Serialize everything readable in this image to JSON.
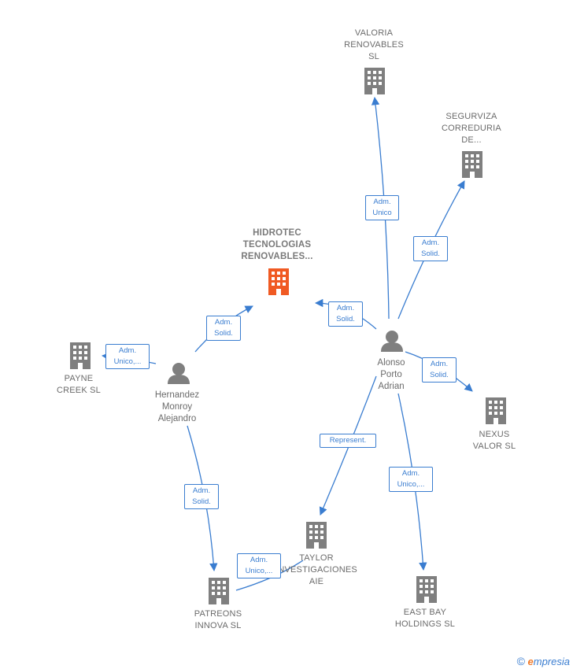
{
  "colors": {
    "edge": "#3a7dd0",
    "building": "#7f7f7f",
    "building_center": "#f05a23",
    "person": "#7f7f7f"
  },
  "nodes": {
    "valoria": {
      "label_lines": [
        "VALORIA",
        "RENOVABLES",
        "SL"
      ],
      "icon": "building-icon"
    },
    "segurviza": {
      "label_lines": [
        "SEGURVIZA",
        "CORREDURIA",
        "DE..."
      ],
      "icon": "building-icon"
    },
    "hidrotec": {
      "label_lines": [
        "HIDROTEC",
        "TECNOLOGIAS",
        "RENOVABLES..."
      ],
      "icon": "building-icon"
    },
    "payne": {
      "label_lines": [
        "PAYNE",
        "CREEK  SL"
      ],
      "icon": "building-icon"
    },
    "nexus": {
      "label_lines": [
        "NEXUS",
        "VALOR  SL"
      ],
      "icon": "building-icon"
    },
    "taylor": {
      "label_lines": [
        "TAYLOR",
        "INVESTIGACIONES",
        "AIE"
      ],
      "icon": "building-icon"
    },
    "patreons": {
      "label_lines": [
        "PATREONS",
        "INNOVA  SL"
      ],
      "icon": "building-icon"
    },
    "eastbay": {
      "label_lines": [
        "EAST BAY",
        "HOLDINGS  SL"
      ],
      "icon": "building-icon"
    }
  },
  "persons": {
    "alonso": {
      "label_lines": [
        "Alonso",
        "Porto",
        "Adrian"
      ],
      "icon": "person-icon"
    },
    "hernandez": {
      "label_lines": [
        "Hernandez",
        "Monroy",
        "Alejandro"
      ],
      "icon": "person-icon"
    }
  },
  "edges": {
    "alonso_valoria": [
      "Adm.",
      "Unico"
    ],
    "alonso_segurviza": [
      "Adm.",
      "Solid."
    ],
    "alonso_hidrotec": [
      "Adm.",
      "Solid."
    ],
    "alonso_nexus": [
      "Adm.",
      "Solid."
    ],
    "alonso_taylor": [
      "Represent."
    ],
    "alonso_eastbay": [
      "Adm.",
      "Unico,..."
    ],
    "hernandez_hidrotec": [
      "Adm.",
      "Solid."
    ],
    "hernandez_payne": [
      "Adm.",
      "Unico,..."
    ],
    "hernandez_patreons": [
      "Adm.",
      "Solid."
    ],
    "patreons_taylor": [
      "Adm.",
      "Unico,..."
    ]
  },
  "footer": {
    "copyright": "©",
    "brand_initial": "e",
    "brand_rest": "mpresia"
  }
}
